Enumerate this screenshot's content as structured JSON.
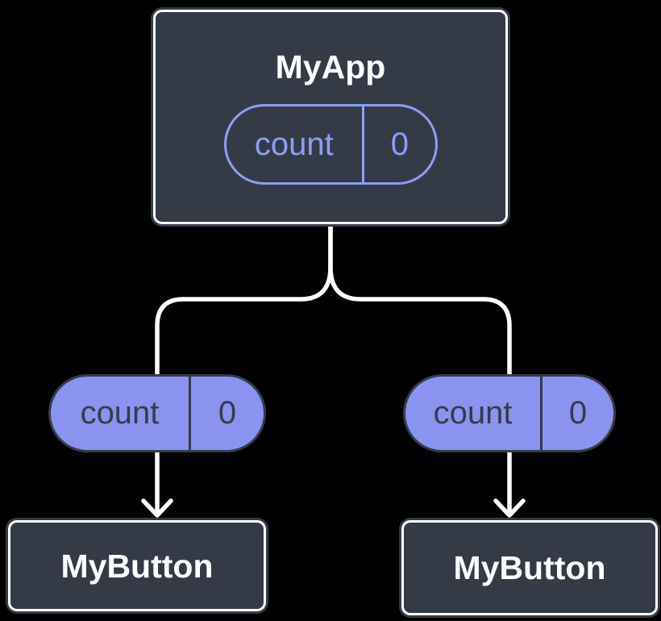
{
  "colors": {
    "background": "#000000",
    "node_fill": "#353b46",
    "node_border": "#ffffff",
    "node_text": "#ffffff",
    "state_outline": "#8c9ef7",
    "prop_fill": "#8b93f0",
    "prop_text": "#363c49",
    "connector": "#ffffff"
  },
  "diagram": {
    "root": {
      "title": "MyApp",
      "state": {
        "label": "count",
        "value": "0"
      }
    },
    "children": [
      {
        "title": "MyButton",
        "prop": {
          "label": "count",
          "value": "0"
        }
      },
      {
        "title": "MyButton",
        "prop": {
          "label": "count",
          "value": "0"
        }
      }
    ]
  }
}
